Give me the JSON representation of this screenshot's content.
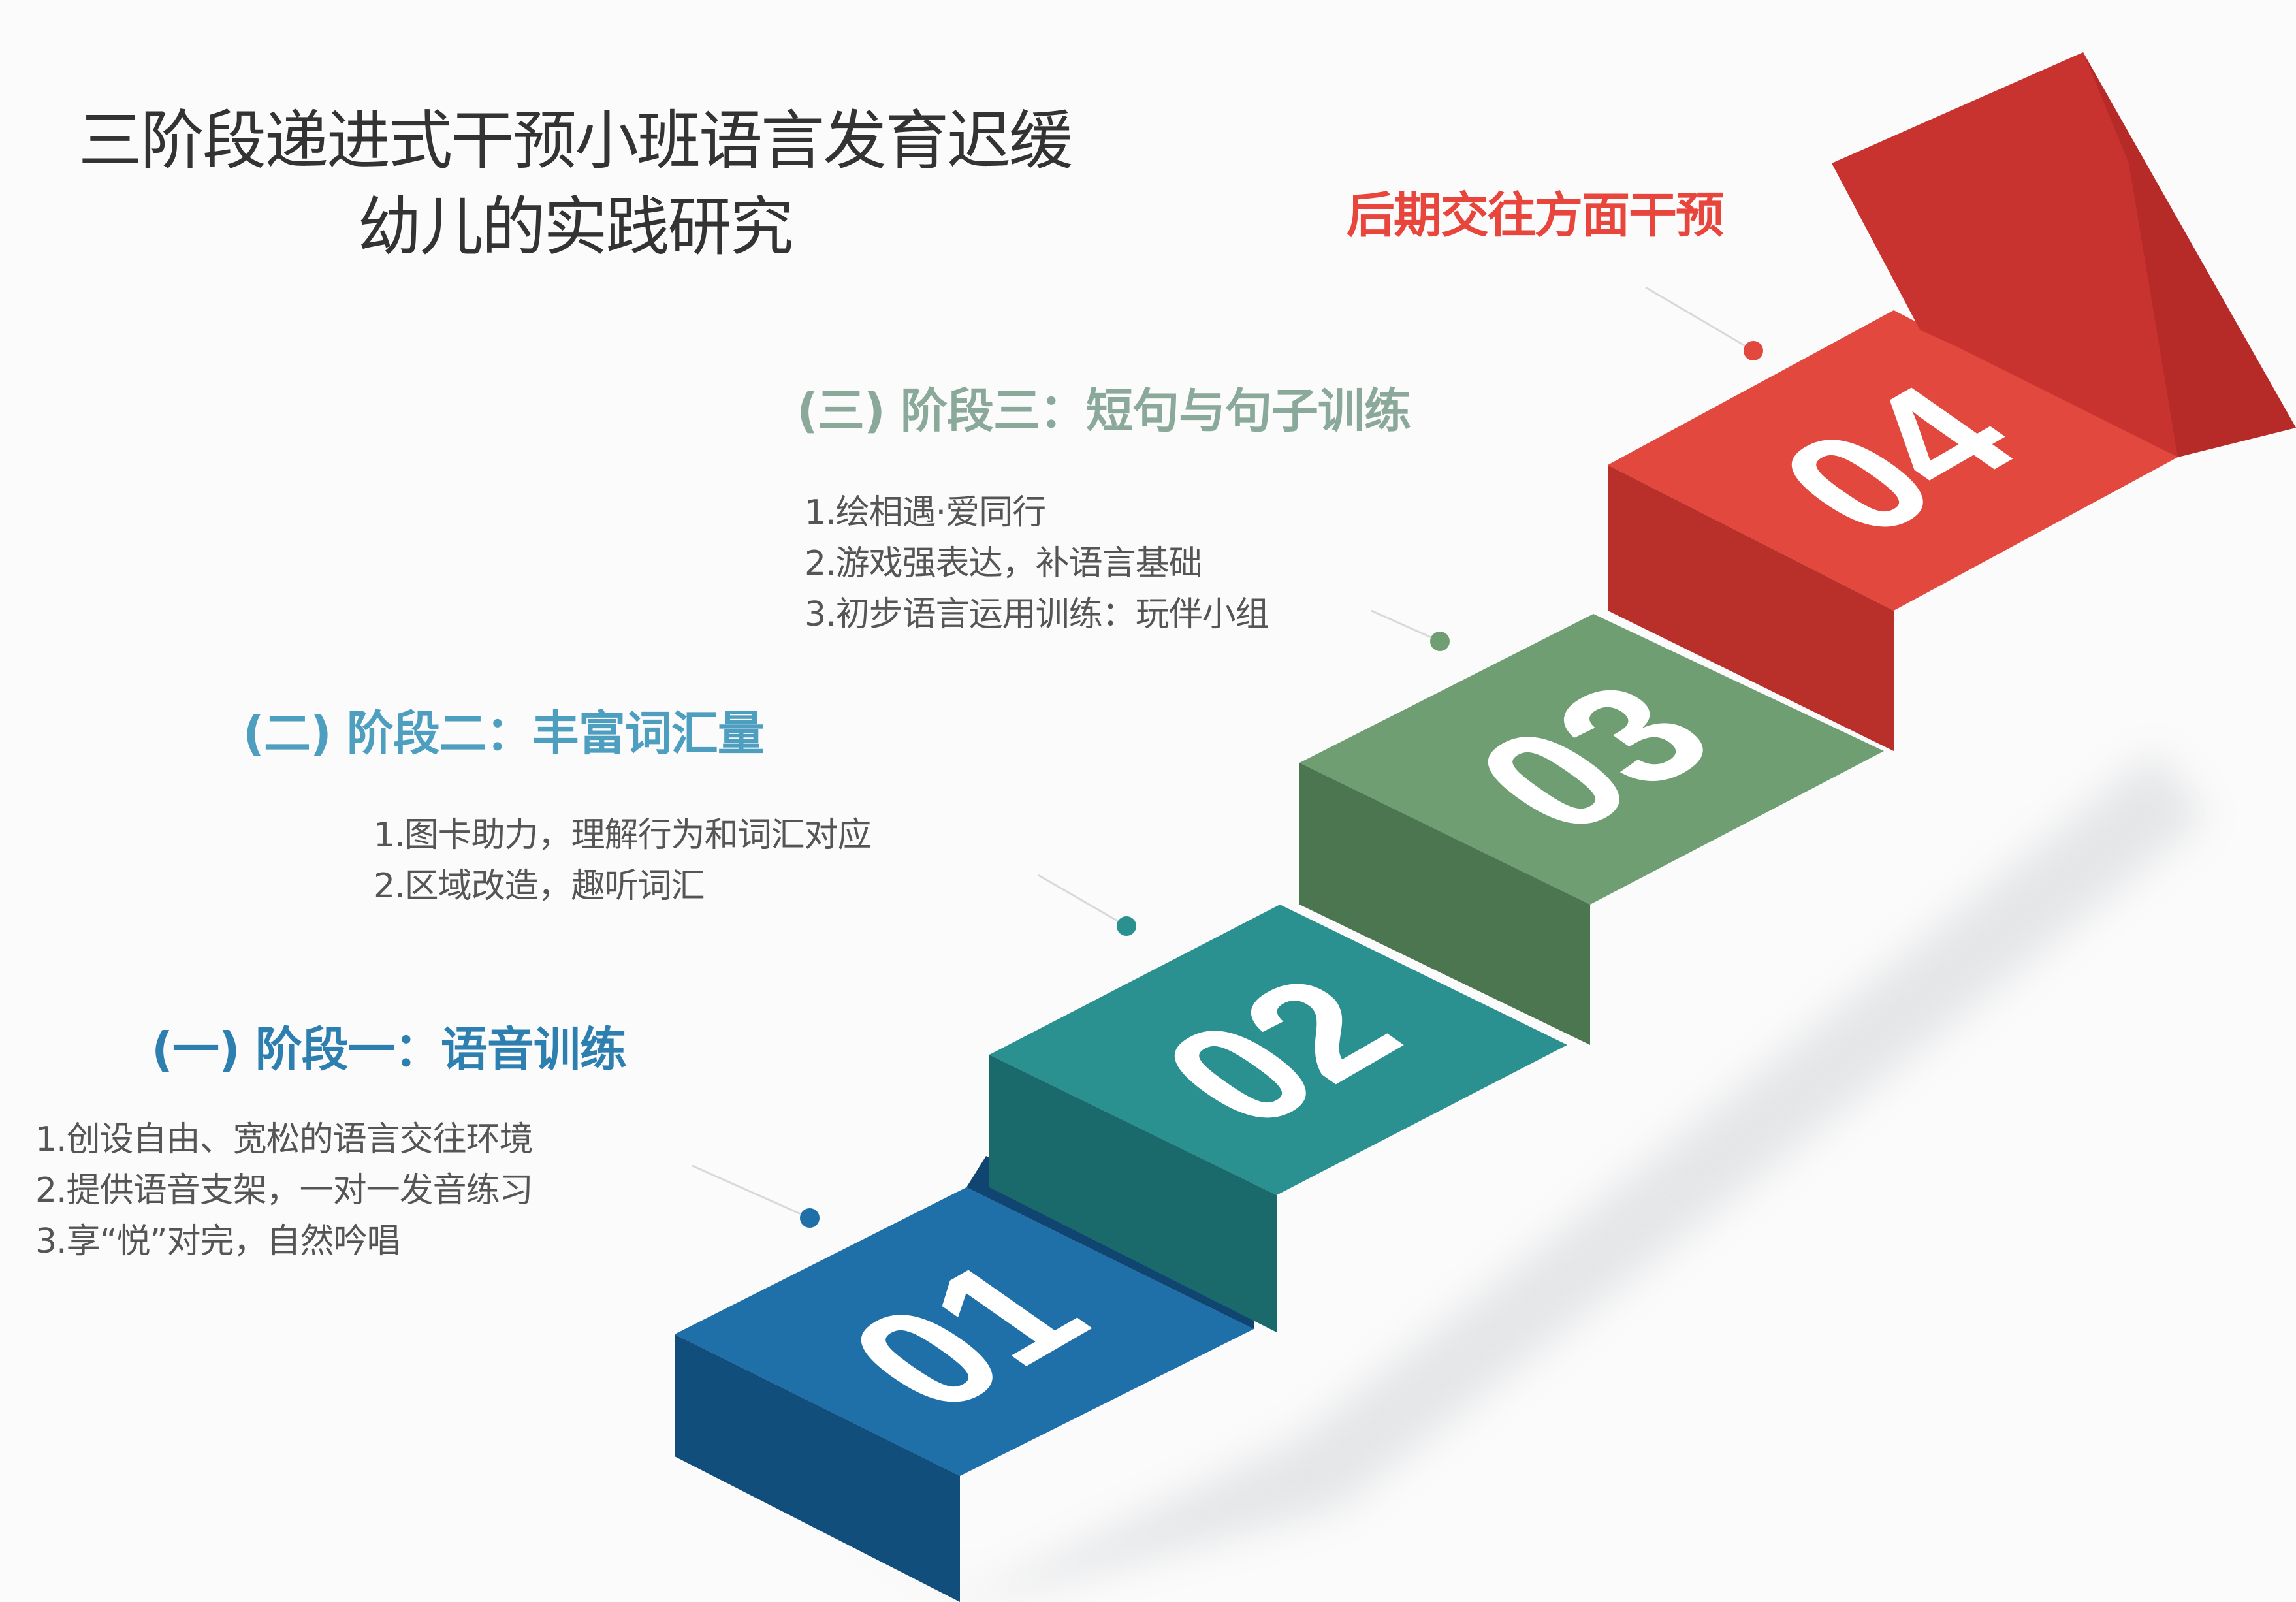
{
  "title": {
    "line1": "三阶段递进式干预小班语言发育迟缓",
    "line2": "幼儿的实践研究"
  },
  "steps": [
    {
      "number": "01",
      "color": "#1f6fa8"
    },
    {
      "number": "02",
      "color": "#2a9090"
    },
    {
      "number": "03",
      "color": "#6e9e72"
    },
    {
      "number": "04",
      "color": "#e2483e"
    }
  ],
  "arrow": {
    "color": "#c8322f"
  },
  "final_label": "后期交往方面干预",
  "stages": [
    {
      "heading": "(一) 阶段一：语音训练",
      "items": [
        "1.创设自由、宽松的语言交往环境",
        "2.提供语音支架，一对一发音练习",
        "3.享“悦”对完，自然吟唱"
      ],
      "color": "#2d7fb0"
    },
    {
      "heading": "(二) 阶段二：丰富词汇量",
      "items": [
        "1.图卡助力，理解行为和词汇对应",
        "2.区域改造，趣听词汇"
      ],
      "color": "#4e9fbf"
    },
    {
      "heading": "(三) 阶段三：短句与句子训练",
      "items": [
        "1.绘相遇·爱同行",
        "2.游戏强表达，补语言基础",
        "3.初步语言运用训练：玩伴小组"
      ],
      "color": "#8aa99a"
    }
  ]
}
